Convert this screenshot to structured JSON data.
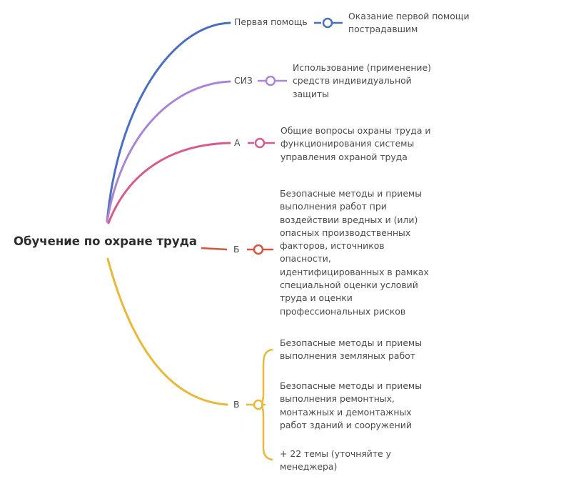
{
  "root": {
    "title": "Обучение по охране труда"
  },
  "colors": {
    "first_aid": "#4a6fc0",
    "siz": "#a985d4",
    "a": "#d65b8e",
    "b": "#d0573e",
    "v": "#e8b839"
  },
  "branches": [
    {
      "id": "first_aid",
      "label": "Первая помощь",
      "description_lines": [
        "Оказание первой помощи",
        "пострадавшим"
      ]
    },
    {
      "id": "siz",
      "label": "СИЗ",
      "description_lines": [
        "Использование (применение)",
        "средств индивидуальной",
        "защиты"
      ]
    },
    {
      "id": "a",
      "label": "А",
      "description_lines": [
        "Общие вопросы охраны труда и",
        "функционирования системы",
        "управления охраной труда"
      ]
    },
    {
      "id": "b",
      "label": "Б",
      "description_lines": [
        "Безопасные методы и приемы",
        "выполнения работ при",
        "воздействии вредных и (или)",
        "опасных производственных",
        "факторов, источников",
        "опасности,",
        "идентифицированных в рамках",
        "специальной оценки условий",
        "труда и оценки",
        "профессиональных рисков"
      ]
    },
    {
      "id": "v",
      "label": "В",
      "items": [
        {
          "lines": [
            "Безопасные методы и приемы",
            "выполнения земляных работ"
          ]
        },
        {
          "lines": [
            "Безопасные методы и приемы",
            "выполнения ремонтных,",
            "монтажных и демонтажных",
            "работ зданий и сооружений"
          ]
        },
        {
          "lines": [
            "+ 22 темы (уточняйте у",
            "менеджера)"
          ]
        }
      ]
    }
  ]
}
